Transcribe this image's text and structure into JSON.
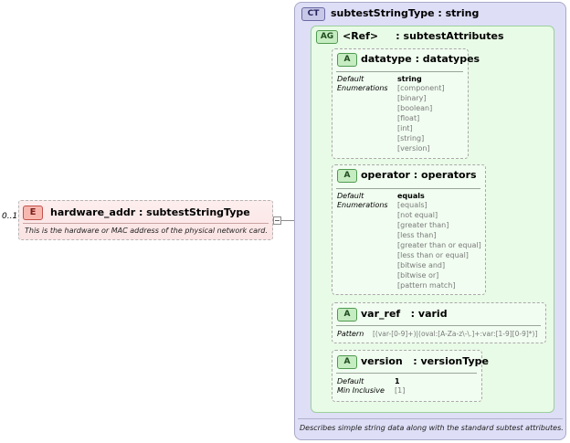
{
  "element": {
    "occurrence": "0..1",
    "badge": "E",
    "title": "hardware_addr : subtestStringType",
    "documentation": "This is the hardware or MAC address of the physical network card."
  },
  "complex_type": {
    "badge": "CT",
    "title": "subtestStringType : string",
    "documentation": "Describes simple string data along with the standard subtest attributes."
  },
  "attribute_group": {
    "badge": "AG",
    "title": "<Ref>     : subtestAttributes"
  },
  "attributes": [
    {
      "badge": "A",
      "title": "datatype : datatypes",
      "default_label": "Default",
      "default_value": "string",
      "enum_label": "Enumerations",
      "enumerations": [
        "[component]",
        "[binary]",
        "[boolean]",
        "[float]",
        "[int]",
        "[string]",
        "[version]"
      ]
    },
    {
      "badge": "A",
      "title": "operator : operators",
      "default_label": "Default",
      "default_value": "equals",
      "enum_label": "Enumerations",
      "enumerations": [
        "[equals]",
        "[not equal]",
        "[greater than]",
        "[less than]",
        "[greater than or equal]",
        "[less than or equal]",
        "[bitwise and]",
        "[bitwise or]",
        "[pattern match]"
      ]
    },
    {
      "badge": "A",
      "title": "var_ref   : varid",
      "pattern_label": "Pattern",
      "pattern_value": "[(var-[0-9]+)|(oval:[A-Za-z\\-\\.]+:var:[1-9][0-9]*)]"
    },
    {
      "badge": "A",
      "title": "version   : versionType",
      "default_label": "Default",
      "default_value": "1",
      "min_label": "Min Inclusive",
      "min_value": "[1]"
    }
  ]
}
